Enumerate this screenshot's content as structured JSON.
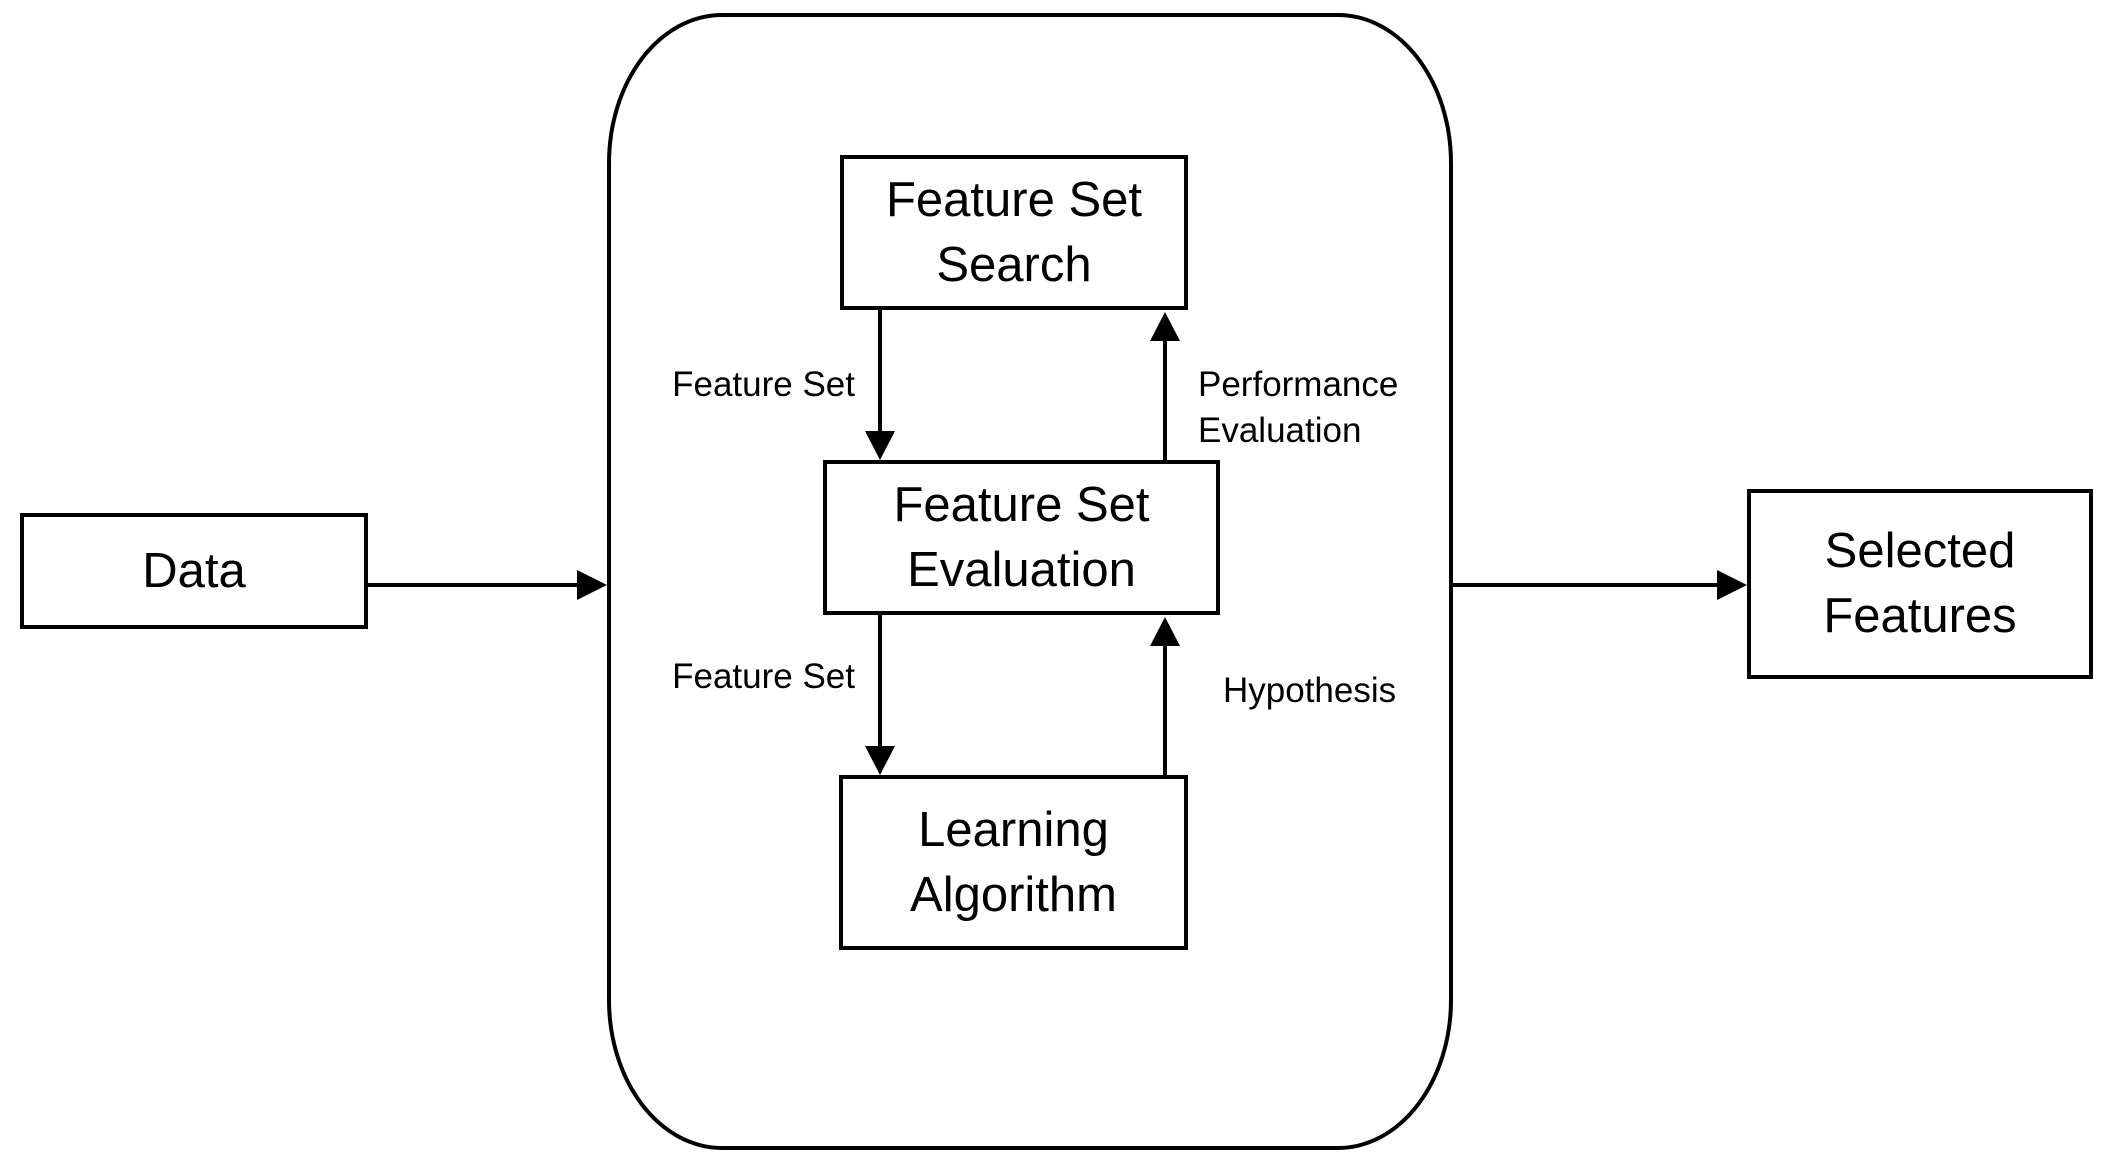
{
  "diagram": {
    "title": "",
    "nodes": {
      "data": {
        "label": "Data"
      },
      "search": {
        "line1": "Feature Set",
        "line2": "Search"
      },
      "evaluation": {
        "line1": "Feature Set",
        "line2": "Evaluation"
      },
      "learning": {
        "line1": "Learning",
        "line2": "Algorithm"
      },
      "selected": {
        "line1": "Selected",
        "line2": "Features"
      }
    },
    "edge_labels": {
      "search_to_evaluation": "Feature Set",
      "evaluation_to_search_line1": "Performance",
      "evaluation_to_search_line2": "Evaluation",
      "evaluation_to_learning": "Feature Set",
      "learning_to_evaluation": "Hypothesis"
    },
    "edges": [
      {
        "from": "data",
        "to": "wrapper-container",
        "direction": "right"
      },
      {
        "from": "search",
        "to": "evaluation",
        "direction": "down",
        "label": "Feature Set"
      },
      {
        "from": "evaluation",
        "to": "search",
        "direction": "up",
        "label": "Performance Evaluation"
      },
      {
        "from": "evaluation",
        "to": "learning",
        "direction": "down",
        "label": "Feature Set"
      },
      {
        "from": "learning",
        "to": "evaluation",
        "direction": "up",
        "label": "Hypothesis"
      },
      {
        "from": "wrapper-container",
        "to": "selected",
        "direction": "right"
      }
    ],
    "colors": {
      "line": "#000000",
      "text": "#000000",
      "background": "#ffffff",
      "node_fill": "#ffffff"
    }
  }
}
